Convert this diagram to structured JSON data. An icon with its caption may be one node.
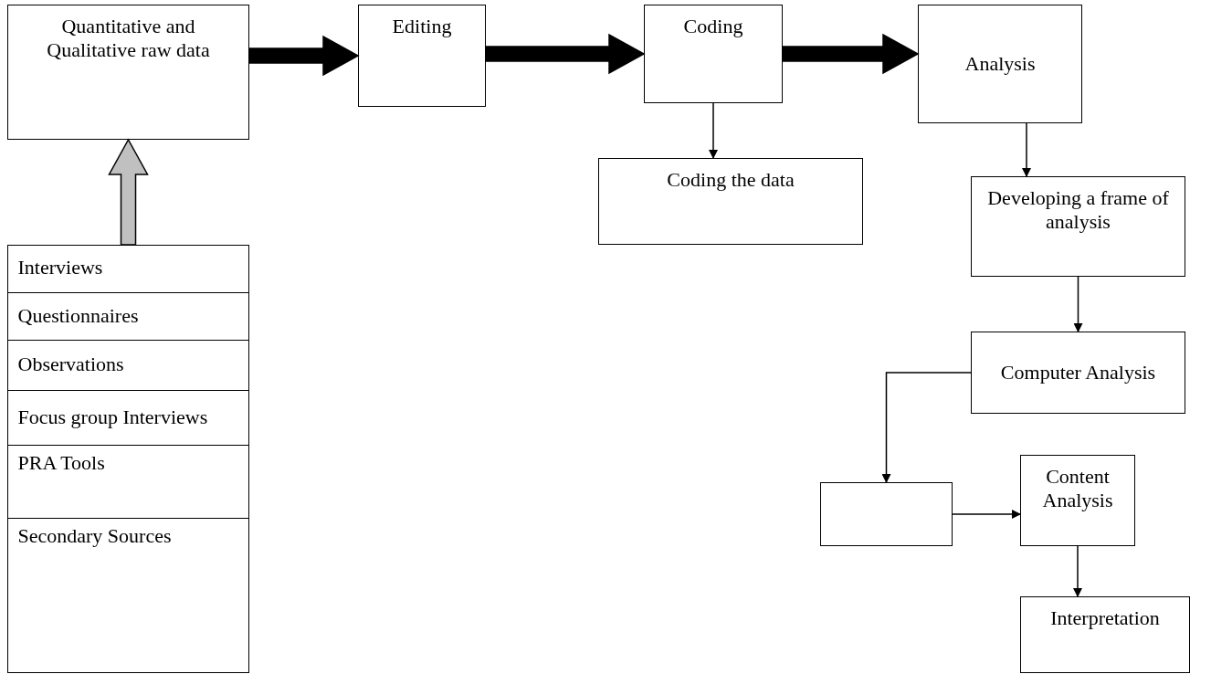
{
  "diagram": {
    "nodes": [
      {
        "text": [
          "Quantitative and Qualitative raw data"
        ]
      },
      {
        "text": [
          "Editing"
        ]
      },
      {
        "text": [
          "Coding"
        ]
      },
      {
        "text": [
          "Analysis"
        ]
      },
      {
        "text": [
          "Coding the data"
        ]
      },
      {
        "text": [
          "Developing a frame of analysis"
        ]
      },
      {
        "text": [
          "Computer Analysis"
        ]
      },
      {
        "text": [],
        "shape": "box"
      },
      {
        "text": [
          "Content Analysis"
        ]
      },
      {
        "text": [
          "Interpretation"
        ]
      },
      {
        "text": [],
        "shape": "box"
      },
      {
        "text": [
          "Interviews"
        ],
        "in": 10
      },
      {
        "text": [
          "Questionnaires"
        ],
        "in": 10
      },
      {
        "text": [
          "Observations"
        ],
        "in": 10
      },
      {
        "text": [
          "Focus group Interviews"
        ],
        "in": 10
      },
      {
        "text": [
          "PRA Tools"
        ],
        "in": 10
      },
      {
        "text": [
          "Secondary Sources"
        ],
        "in": 10
      }
    ],
    "edges": [
      {
        "from": 0,
        "to": 1,
        "arrow": "to",
        "style": "thick"
      },
      {
        "from": 1,
        "to": 2,
        "arrow": "to",
        "style": "thick"
      },
      {
        "from": 2,
        "to": 3,
        "arrow": "to",
        "style": "thick"
      },
      {
        "from": 2,
        "to": 4,
        "arrow": "to"
      },
      {
        "from": 3,
        "to": 5,
        "arrow": "to"
      },
      {
        "from": 5,
        "to": 6,
        "arrow": "to"
      },
      {
        "from": 6,
        "to": 7,
        "arrow": "to"
      },
      {
        "from": 7,
        "to": 8,
        "arrow": "to"
      },
      {
        "from": 8,
        "to": 9,
        "arrow": "to"
      },
      {
        "from": 10,
        "to": 0,
        "arrow": "to",
        "style": "thick",
        "color": "#c0c0c0"
      }
    ]
  }
}
